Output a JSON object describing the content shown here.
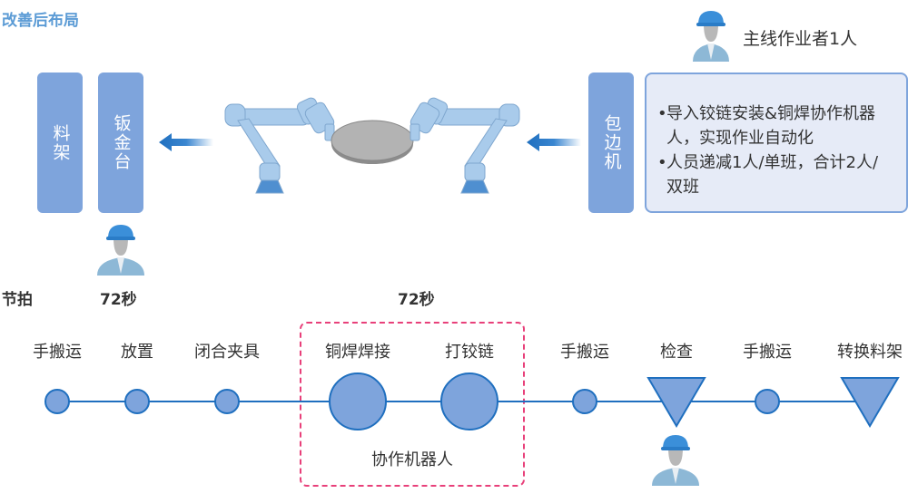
{
  "title": "改善后布局",
  "layout": {
    "material_rack": "料架",
    "sheet_metal_table": "钣金台",
    "hemming_machine": "包边机",
    "main_operator_label": "主线作业者1人",
    "notes": [
      "导入铰链安装&铜焊协作机器人，实现作业自动化",
      "人员递减1人/单班，合计2人/双班"
    ]
  },
  "takt": {
    "label": "节拍",
    "values": [
      "72秒",
      "72秒"
    ]
  },
  "process": {
    "steps": [
      {
        "label": "手搬运",
        "shape": "circle-small"
      },
      {
        "label": "放置",
        "shape": "circle-small"
      },
      {
        "label": "闭合夹具",
        "shape": "circle-small"
      },
      {
        "label": "铜焊焊接",
        "shape": "circle-large"
      },
      {
        "label": "打铰链",
        "shape": "circle-large"
      },
      {
        "label": "手搬运",
        "shape": "circle-small"
      },
      {
        "label": "检查",
        "shape": "triangle"
      },
      {
        "label": "手搬运",
        "shape": "circle-small"
      },
      {
        "label": "转换料架",
        "shape": "triangle"
      }
    ],
    "robot_group_label": "协作机器人"
  },
  "colors": {
    "accent": "#5b9bd5",
    "box_fill": "#7ea4dc",
    "line": "#1f6fbf",
    "dash": "#e8407a",
    "note_bg": "#e6ebf7"
  }
}
